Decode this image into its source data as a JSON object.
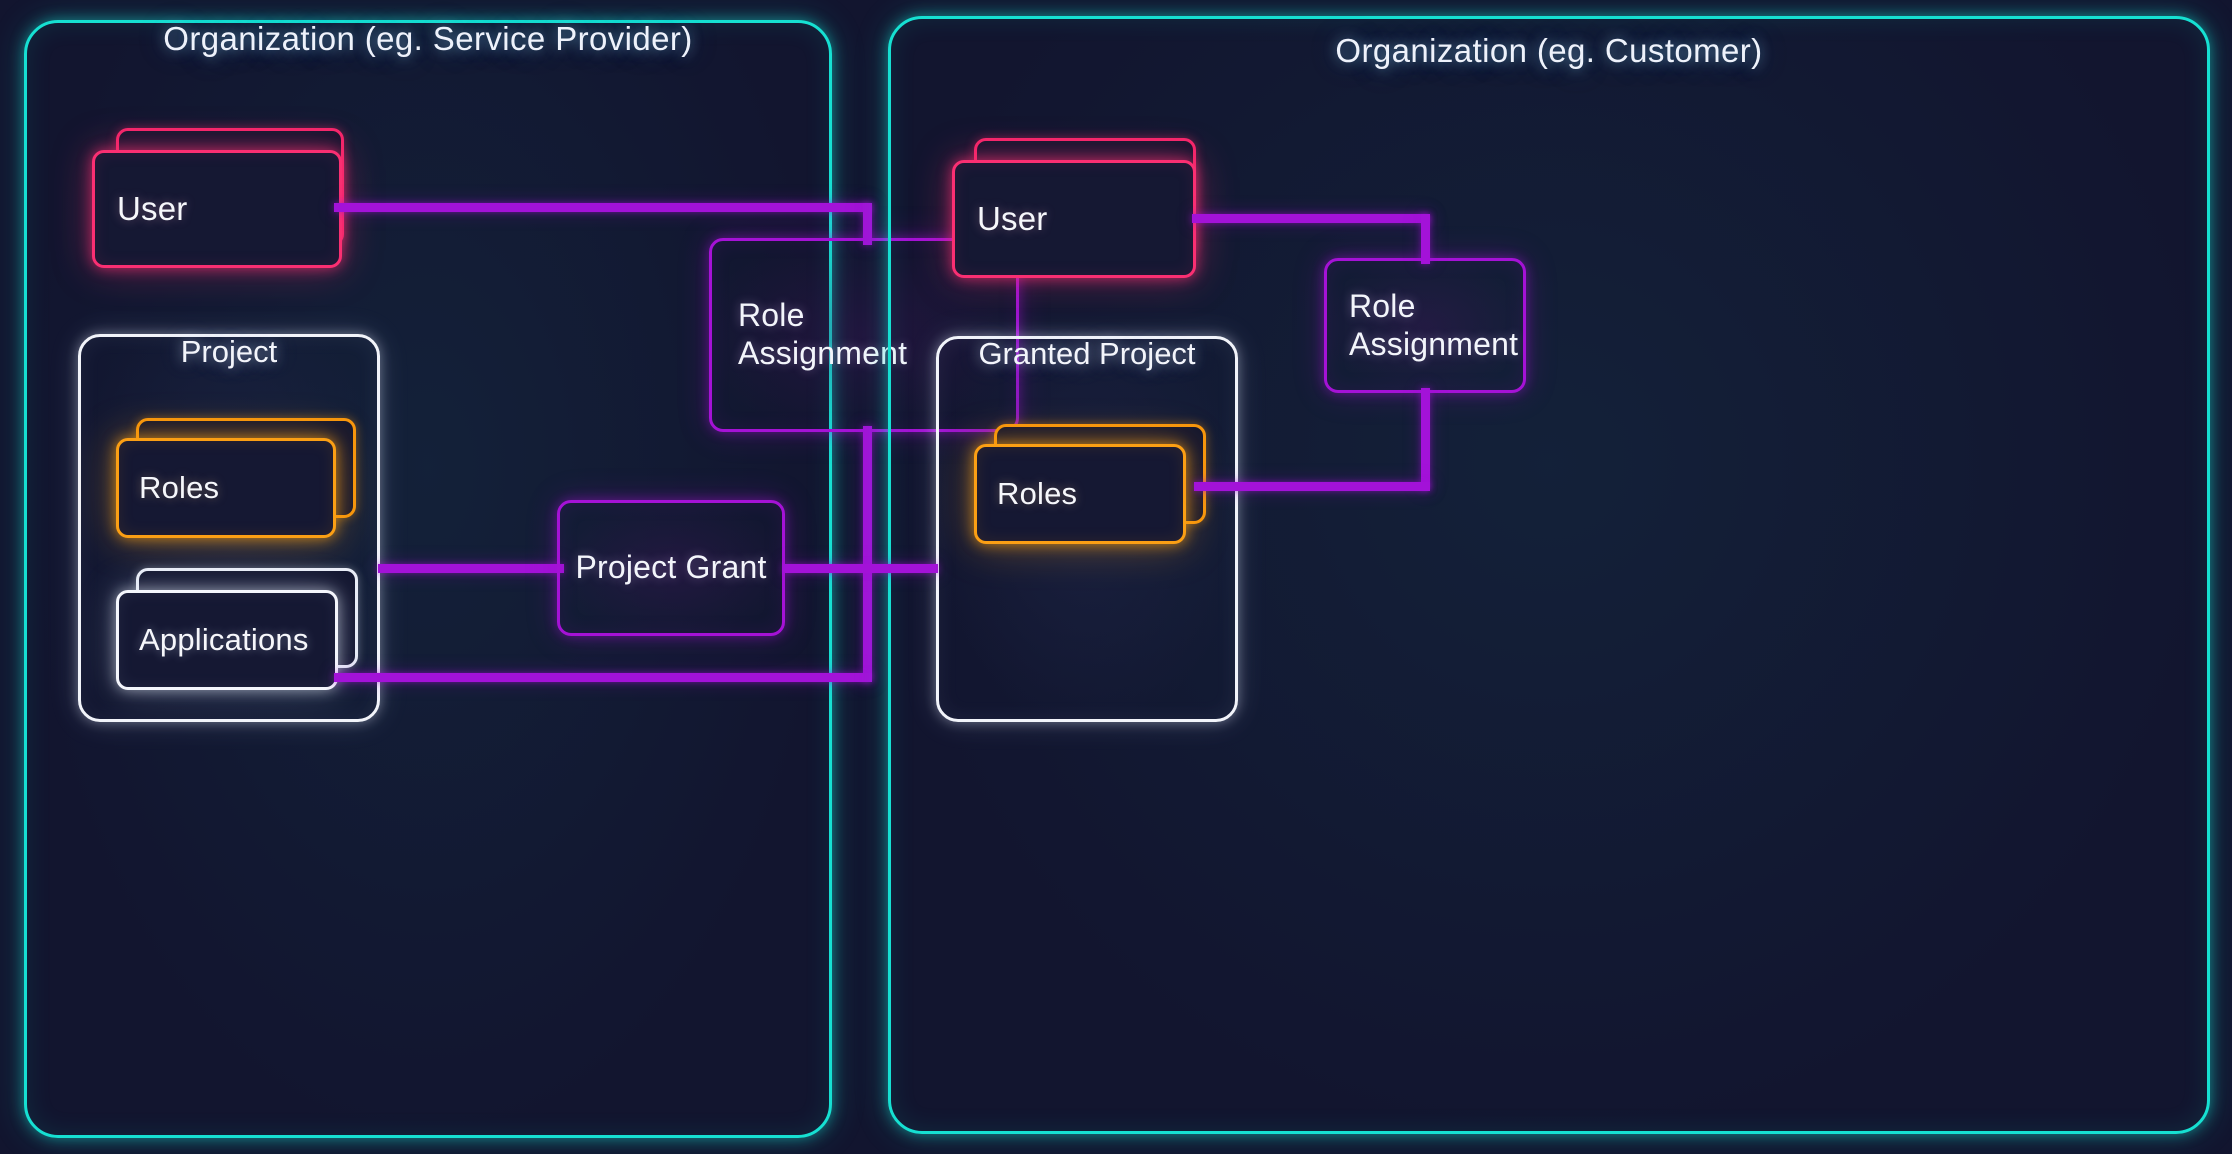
{
  "diagram": {
    "title": "Organization project grant / role assignment model",
    "background_color": "#12152f",
    "colors": {
      "organization_border": "#16e0d2",
      "project_border": "#f2f4fa",
      "user_card": "#fa2f72",
      "roles_card": "#fb9f14",
      "applications_card": "#f4f6fc",
      "connector": "#a312d8",
      "purple_node_border": "#a512d6",
      "label_text": "#f3f5fb"
    }
  },
  "organizations": [
    {
      "id": "service-provider",
      "title": "Organization (eg. Service Provider)",
      "project": {
        "title": "Project",
        "cards": [
          {
            "id": "roles",
            "label": "Roles",
            "color": "#fb9f14",
            "stacked": true
          },
          {
            "id": "applications",
            "label": "Applications",
            "color": "#f4f6fc",
            "stacked": true
          }
        ]
      },
      "user_card": {
        "label": "User",
        "color": "#fa2f72",
        "stacked": true
      },
      "role_assignment": {
        "label": "Role\nAssignment",
        "color": "#a512d6"
      }
    },
    {
      "id": "customer",
      "title": "Organization (eg. Customer)",
      "project": {
        "title": "Granted Project",
        "cards": [
          {
            "id": "roles",
            "label": "Roles",
            "color": "#fb9f14",
            "stacked": true
          }
        ]
      },
      "user_card": {
        "label": "User",
        "color": "#fa2f72",
        "stacked": true
      },
      "role_assignment": {
        "label": "Role\nAssignment",
        "color": "#a512d6"
      }
    }
  ],
  "project_grant": {
    "label": "Project Grant",
    "color": "#a512d6"
  },
  "connections": [
    {
      "from": "service-provider.user",
      "to": "service-provider.role-assignment"
    },
    {
      "from": "service-provider.role-assignment",
      "to": "service-provider.roles"
    },
    {
      "from": "service-provider.project",
      "to": "project-grant"
    },
    {
      "from": "project-grant",
      "to": "customer.granted-project"
    },
    {
      "from": "customer.user",
      "to": "customer.role-assignment"
    },
    {
      "from": "customer.role-assignment",
      "to": "customer.roles"
    }
  ]
}
